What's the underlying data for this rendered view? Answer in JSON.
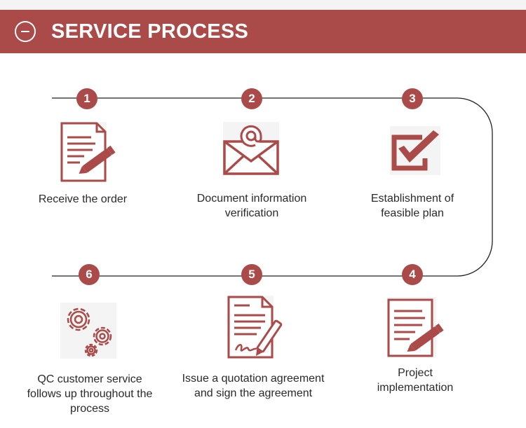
{
  "header": {
    "title": "SERVICE PROCESS",
    "icon": "minus-circle-icon"
  },
  "accent_color": "#aa4b49",
  "steps": [
    {
      "number": "1",
      "label": "Receive the order",
      "icon": "document-pen-icon"
    },
    {
      "number": "2",
      "label": "Document information verification",
      "icon": "email-envelope-icon"
    },
    {
      "number": "3",
      "label": "Establishment of feasible plan",
      "icon": "checkbox-checkmark-icon"
    },
    {
      "number": "4",
      "label": "Project implementation",
      "icon": "document-pen-icon"
    },
    {
      "number": "5",
      "label": "Issue a quotation agreement and sign the agreement",
      "icon": "contract-signature-pen-icon"
    },
    {
      "number": "6",
      "label": "QC customer service follows up throughout the process",
      "icon": "gears-icon"
    }
  ]
}
